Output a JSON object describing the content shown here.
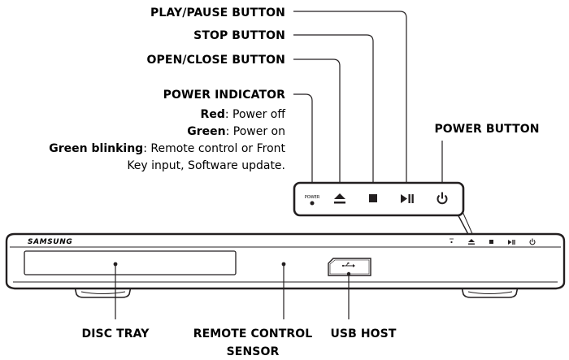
{
  "labels": {
    "play_pause": "PLAY/PAUSE BUTTON",
    "stop": "STOP BUTTON",
    "open_close": "OPEN/CLOSE BUTTON",
    "power_indicator": "POWER INDICATOR",
    "power_button": "POWER BUTTON",
    "disc_tray": "DISC TRAY",
    "remote_sensor_line1": "REMOTE CONTROL",
    "remote_sensor_line2": "SENSOR",
    "usb_host": "USB HOST"
  },
  "indicator_states": {
    "red_key": "Red",
    "red_text": ": Power off",
    "green_key": "Green",
    "green_text": ": Power on",
    "blink_key": "Green blinking",
    "blink_text_line1": ": Remote control or Front",
    "blink_text_line2": "Key input, Software update."
  },
  "device": {
    "brand": "SAMSUNG",
    "power_mini_label": "POWER"
  },
  "icons": [
    "eject-icon",
    "stop-icon",
    "play-pause-icon",
    "power-icon",
    "usb-icon"
  ],
  "colors": {
    "ink": "#231f20",
    "background": "#ffffff"
  }
}
